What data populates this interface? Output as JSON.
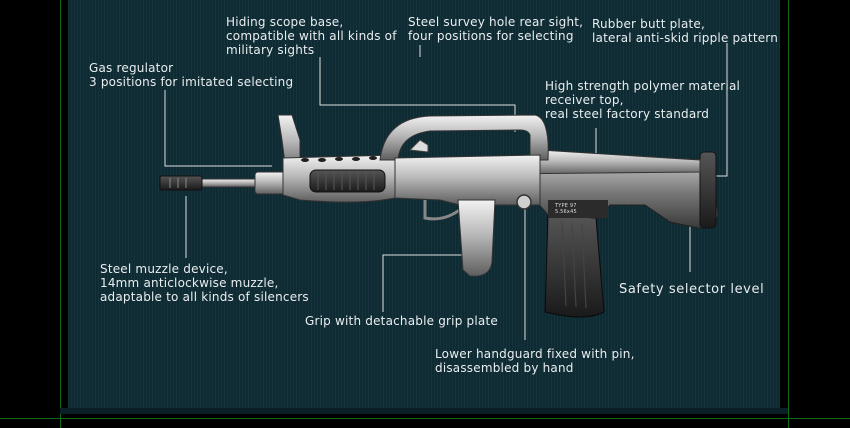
{
  "colors": {
    "background": "#000000",
    "panel": "#0e2a33",
    "guide_lines": "#0f6a14",
    "text": "#e9eef0",
    "leader_lines": "#e0e0e0"
  },
  "callouts": {
    "scope_base": [
      "Hiding scope base,",
      "compatible with all kinds of",
      "military sights"
    ],
    "rear_sight": [
      "Steel survey hole rear sight,",
      "four positions for selecting"
    ],
    "butt_plate": [
      "Rubber butt plate,",
      "lateral anti-skid ripple pattern"
    ],
    "gas_regulator": [
      "Gas regulator",
      "3 positions for imitated selecting"
    ],
    "receiver": [
      "High strength polymer material",
      "receiver top,",
      "real steel factory standard"
    ],
    "muzzle": [
      "Steel muzzle device,",
      "14mm anticlockwise muzzle,",
      "adaptable to all kinds of silencers"
    ],
    "safety": [
      "Safety selector level"
    ],
    "grip": [
      "Grip with detachable grip plate"
    ],
    "handguard": [
      "Lower handguard fixed with pin,",
      "disassembled by hand"
    ]
  },
  "rifle": {
    "receiver_marking": [
      "TYPE 97",
      "5.56x45"
    ]
  }
}
